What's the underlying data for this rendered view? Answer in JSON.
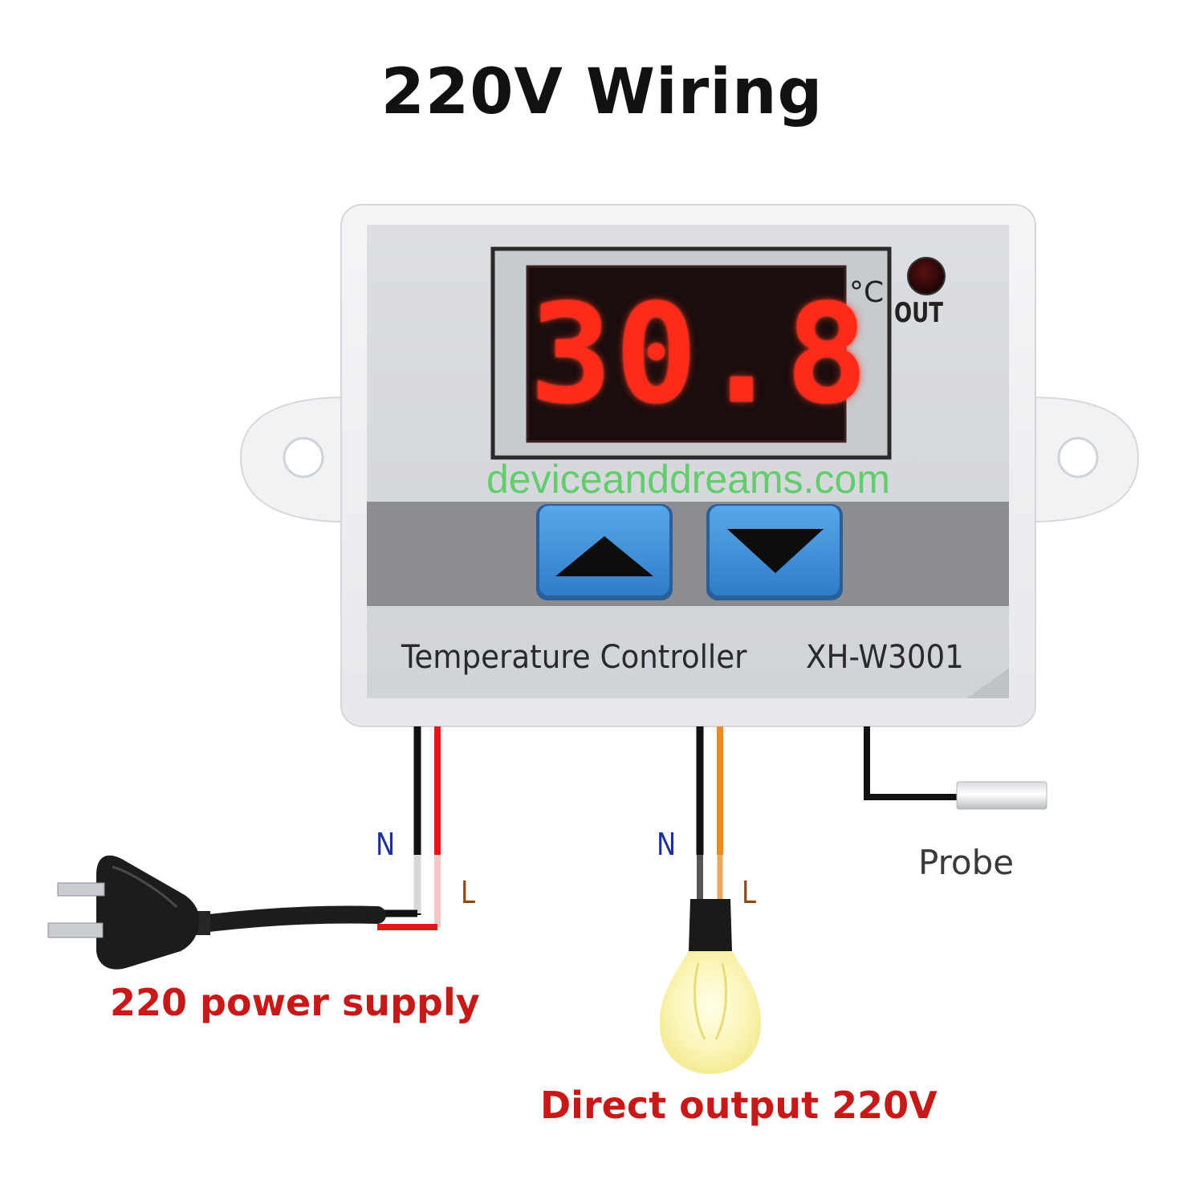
{
  "title": "220V Wiring",
  "device": {
    "display_value": "30.8",
    "unit": "°C",
    "out_indicator_label": "OUT",
    "name": "Temperature Controller",
    "model": "XH-W3001",
    "buttons": {
      "up_icon": "triangle-up-icon",
      "down_icon": "triangle-down-icon"
    }
  },
  "watermark": "deviceanddreams.com",
  "wiring": {
    "power": {
      "neutral_label": "N",
      "live_label": "L",
      "caption": "220 power supply"
    },
    "output": {
      "neutral_label": "N",
      "live_label": "L",
      "caption": "Direct output 220V"
    },
    "probe": {
      "label": "Probe"
    }
  },
  "colors": {
    "display_digits": "#ff2a1a",
    "button_blue": "#3d8fd8",
    "neutral_wire": "#111111",
    "power_live_wire": "#e01818",
    "output_live_wire": "#f08a1c",
    "caption_red": "#c81818",
    "neutral_label": "#1c2fa0",
    "live_label": "#8a4a12"
  }
}
